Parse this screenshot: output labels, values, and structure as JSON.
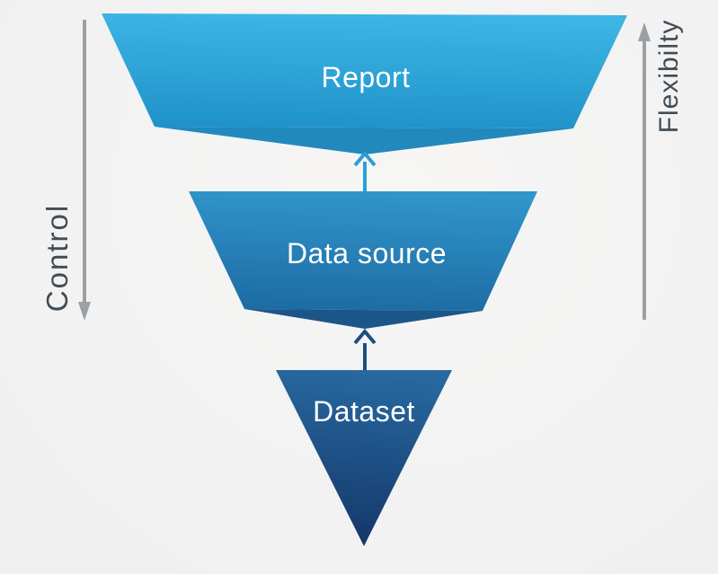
{
  "background_color": "#f2f2f2",
  "funnel": {
    "levels": [
      {
        "label": "Report",
        "top_color": "#3db5e5",
        "bottom_color": "#1f92c9",
        "fold_color": "#2189bd",
        "label_color": "#ffffff"
      },
      {
        "label": "Data source",
        "top_color": "#3095ca",
        "bottom_color": "#1d6ba3",
        "fold_color": "#1c5688",
        "label_color": "#ffffff"
      },
      {
        "label": "Dataset",
        "top_color": "#27689f",
        "bottom_color": "#143668",
        "label_color": "#ffffff"
      }
    ],
    "flow_arrows": [
      {
        "name": "datasource-to-report",
        "direction": "up",
        "color": "#2a9fd6"
      },
      {
        "name": "dataset-to-datasource",
        "direction": "up",
        "color": "#1d4e85"
      }
    ]
  },
  "axes": {
    "left": {
      "label": "Control",
      "direction": "down",
      "line_color": "#9ba0a4",
      "text_color": "#414c55"
    },
    "right": {
      "label": "Flexibilty",
      "direction": "up",
      "line_color": "#9ba0a4",
      "text_color": "#414c55"
    }
  }
}
